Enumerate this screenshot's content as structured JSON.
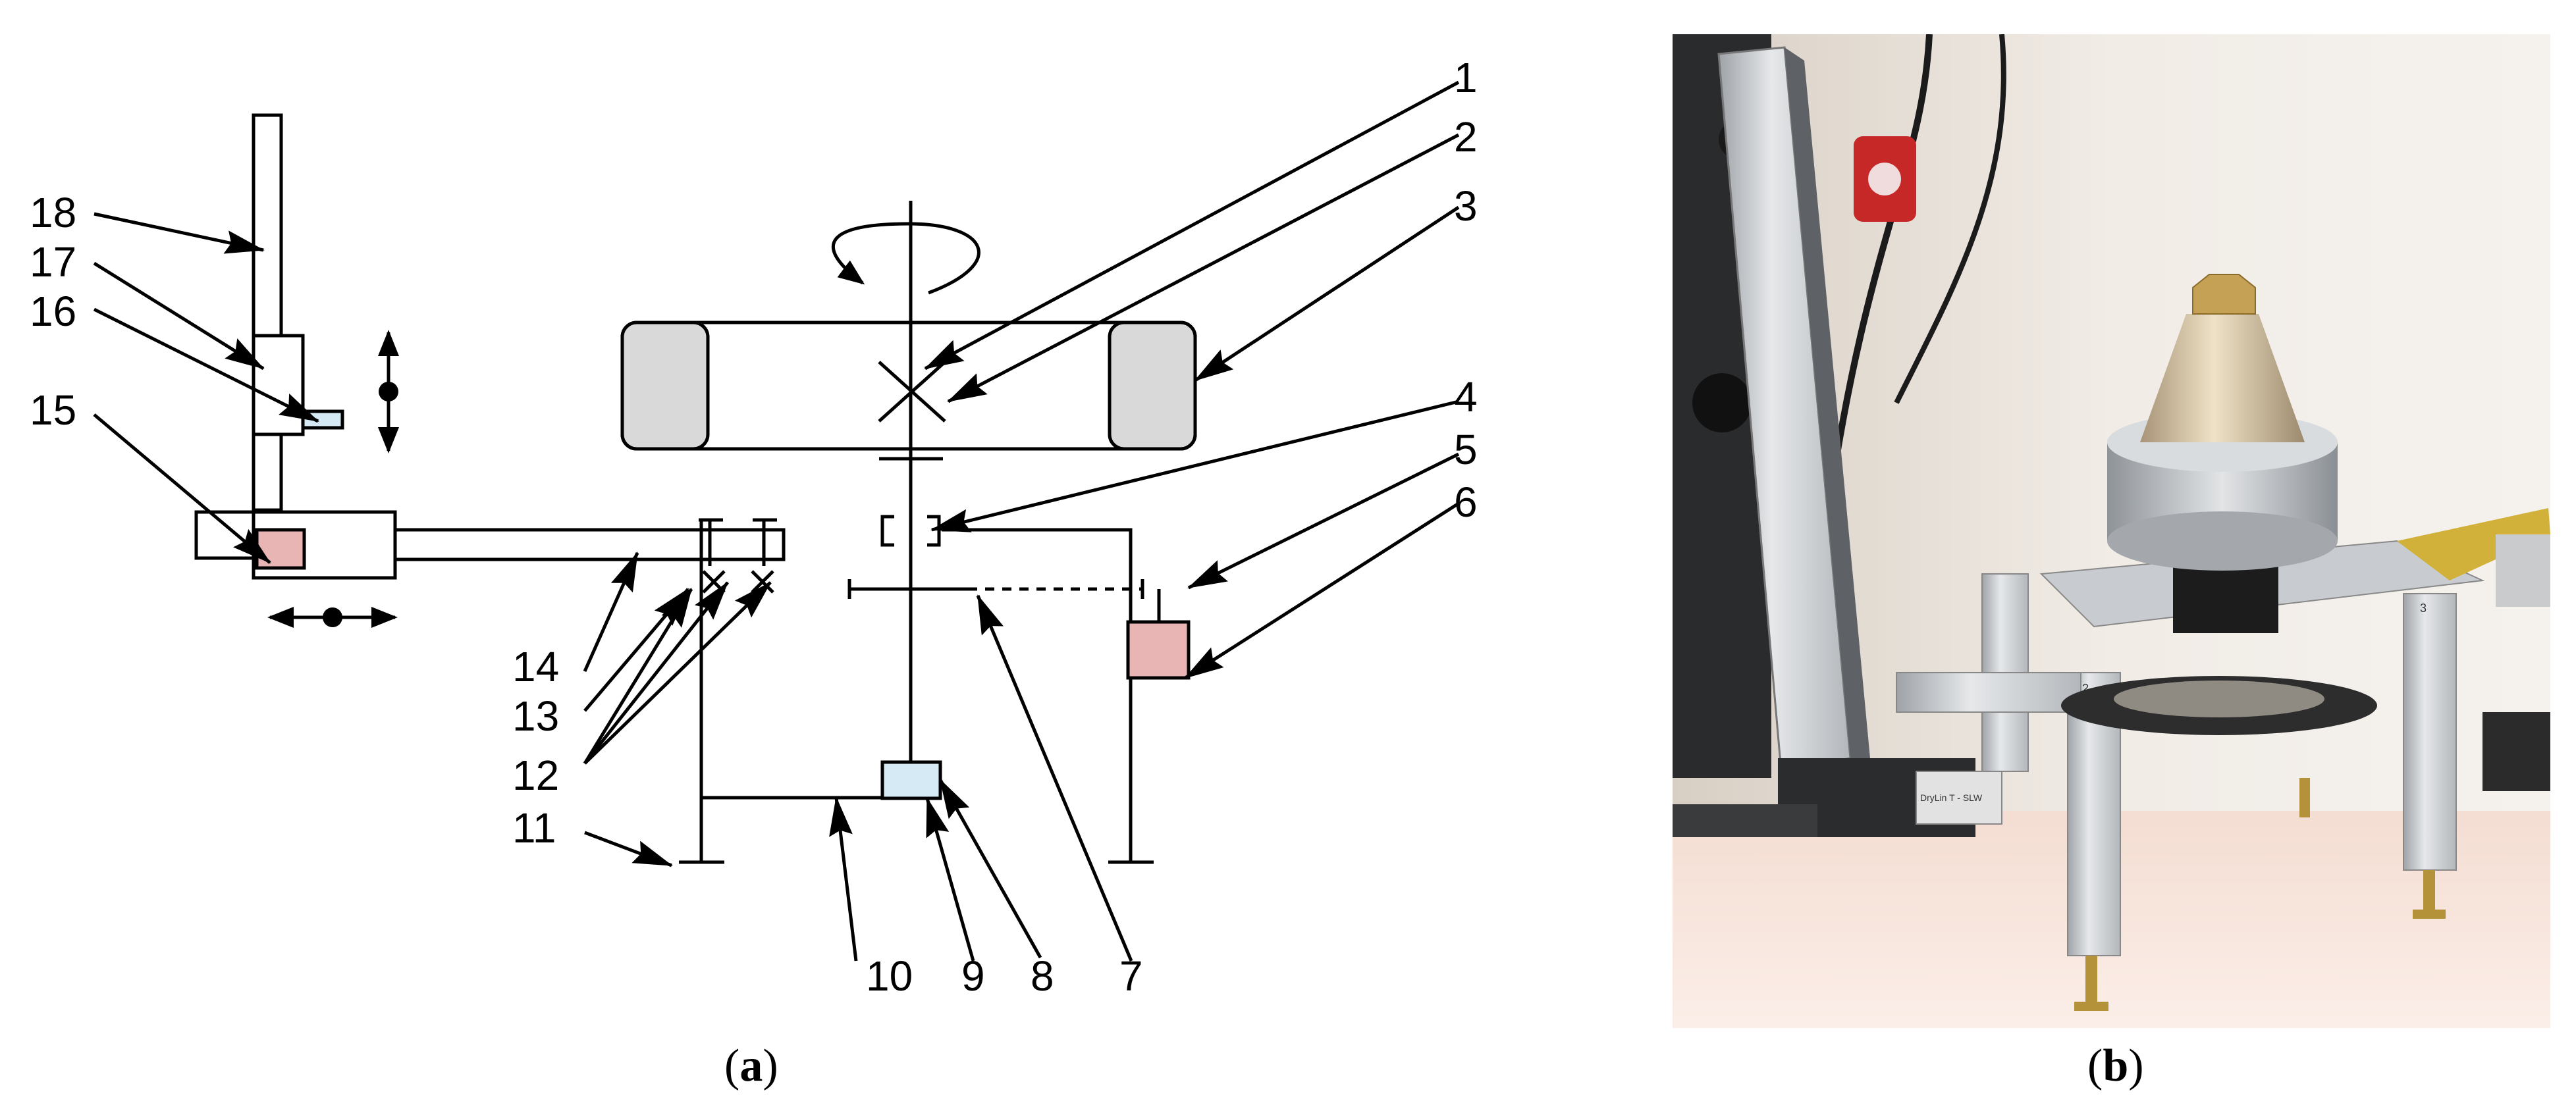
{
  "figure": {
    "panel_a": {
      "caption_open": "(",
      "caption_letter": "a",
      "caption_close": ")",
      "callouts": [
        "1",
        "2",
        "3",
        "4",
        "5",
        "6",
        "7",
        "8",
        "9",
        "10",
        "11",
        "12",
        "13",
        "14",
        "15",
        "16",
        "17",
        "18"
      ],
      "colors": {
        "line": "#000000",
        "wheel_fill": "#d9d9d9",
        "sensor_pink": "#e8b4b4",
        "sensor_blue": "#d6eaf5"
      }
    },
    "panel_b": {
      "caption_open": "(",
      "caption_letter": "b",
      "caption_close": ")",
      "plate_text": "DryLin T - SLW",
      "profile_marks": [
        "2",
        "3"
      ]
    }
  }
}
